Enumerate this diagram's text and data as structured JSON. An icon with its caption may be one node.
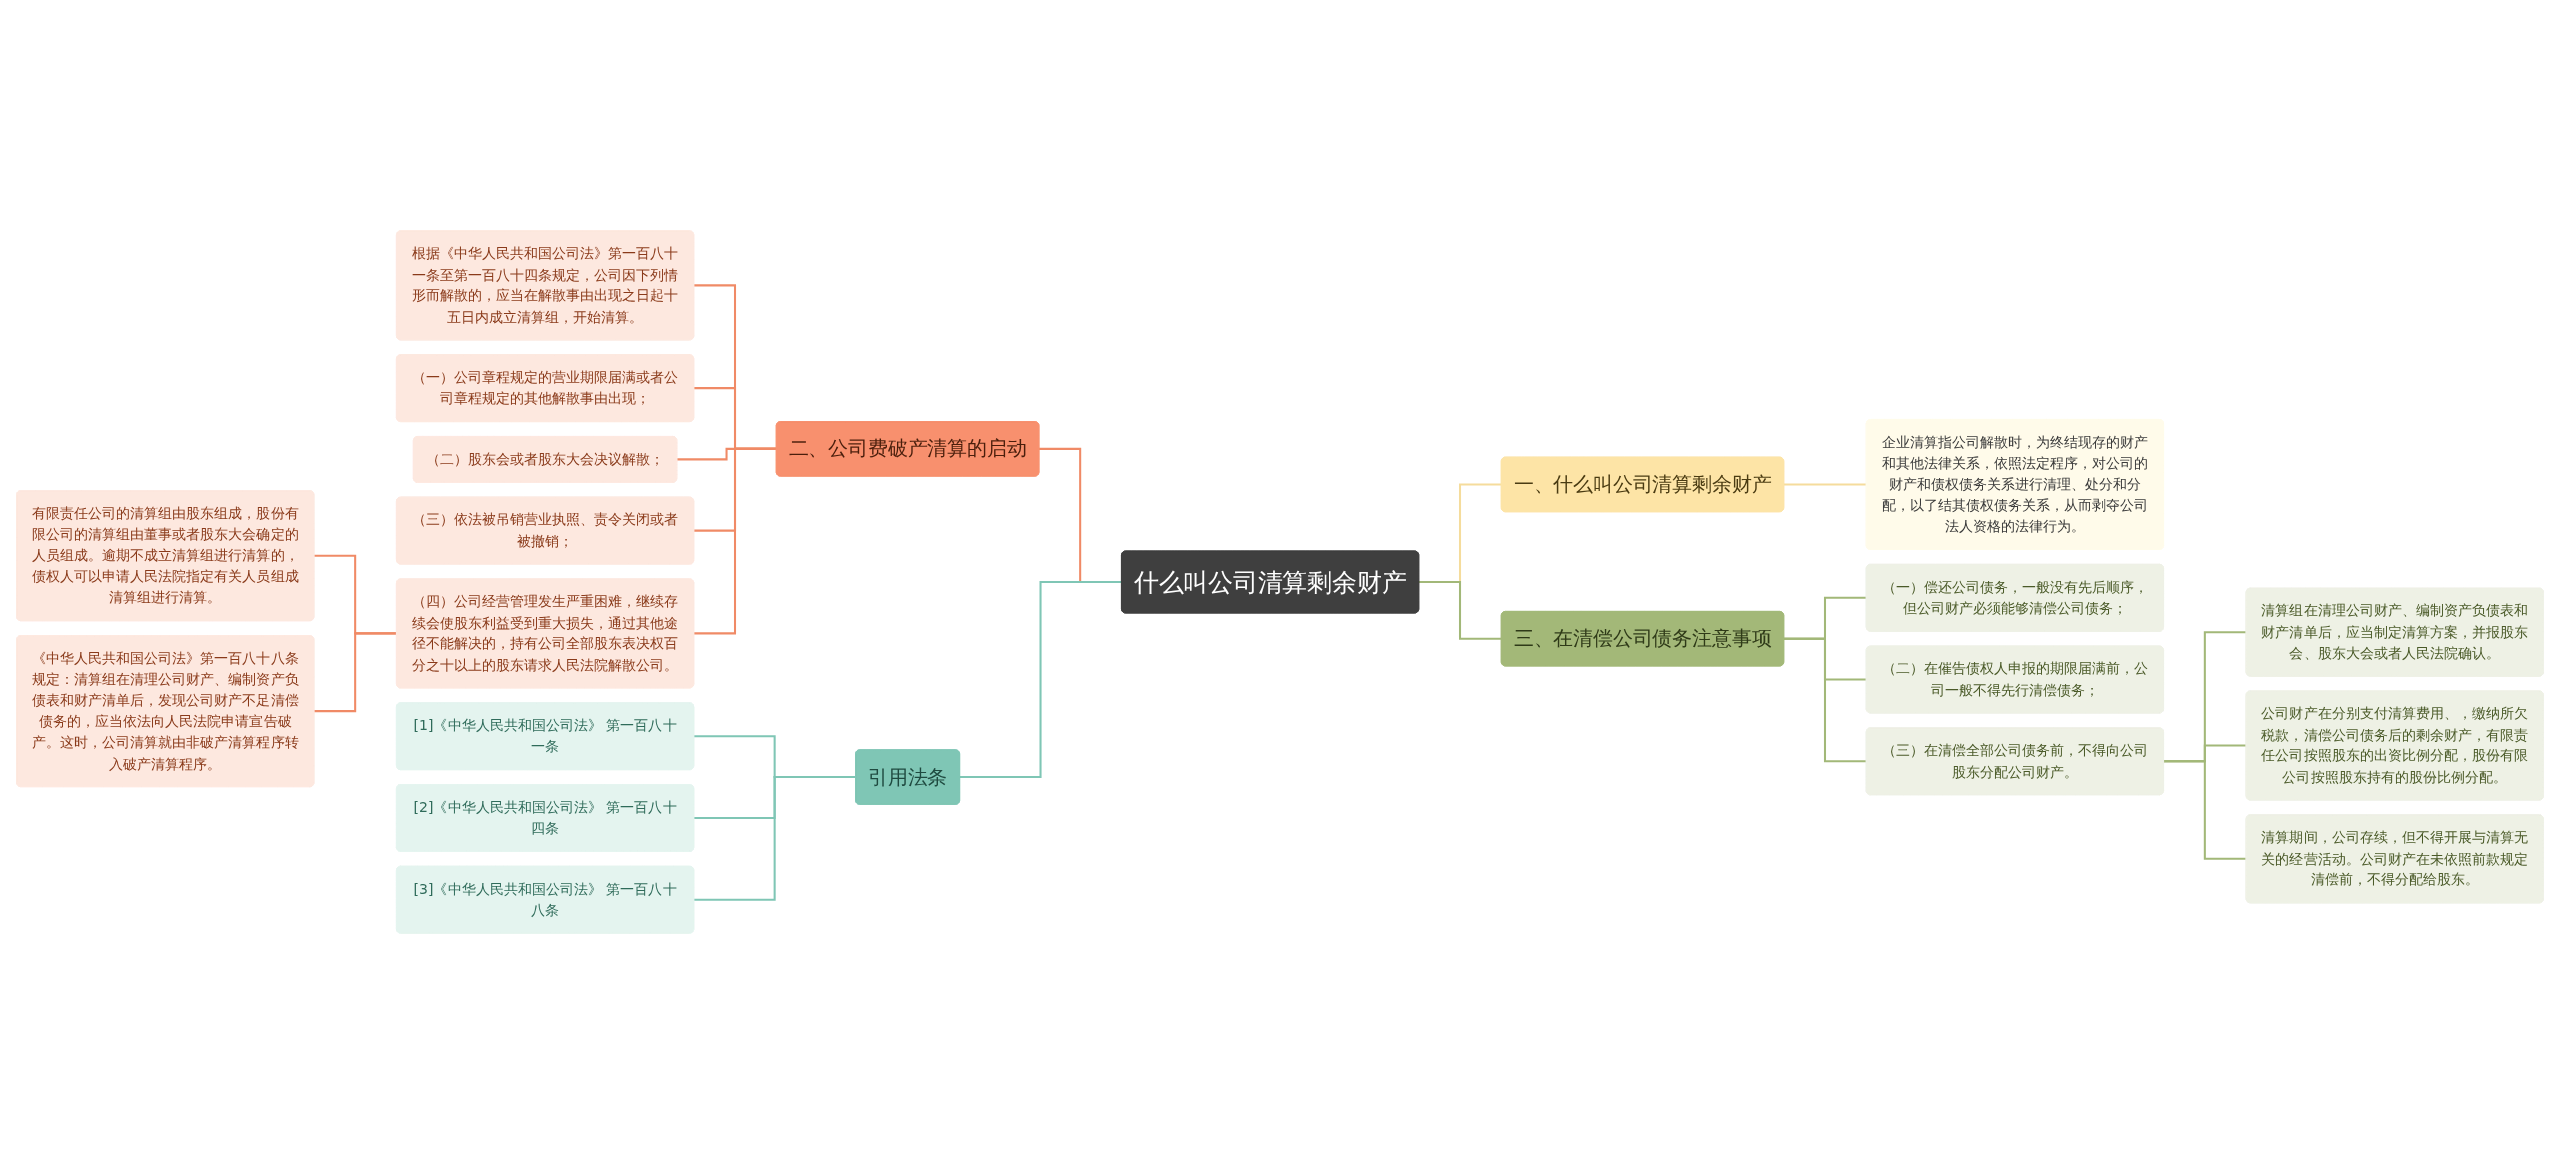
{
  "diagram": {
    "nodes": [
      {
        "text": [
          "什么叫公司清算剩余财产"
        ]
      },
      {
        "text": [
          "一、什么叫公司清算剩余财产"
        ]
      },
      {
        "text": [
          "企业清算指公司解散时，为终结现存的财产和其他法律关系，依照法定程序，对公司的财产和债权债务关系进行清理、处分和分配，以了结其债权债务关系，从而剥夺公司法人资格的法律行为。"
        ]
      },
      {
        "text": [
          "三、在清偿公司债务注意事项"
        ]
      },
      {
        "text": [
          "（一）偿还公司债务，一般没有先后顺序，但公司财产必须能够清偿公司债务；"
        ]
      },
      {
        "text": [
          "（二）在催告债权人申报的期限届满前，公司一般不得先行清偿债务；"
        ]
      },
      {
        "text": [
          "（三）在清偿全部公司债务前，不得向公司股东分配公司财产。"
        ]
      },
      {
        "text": [
          "清算组在清理公司财产、编制资产负债表和财产清单后，应当制定清算方案，并报股东会、股东大会或者人民法院确认。"
        ]
      },
      {
        "text": [
          "公司财产在分别支付清算费用、，缴纳所欠税款，清偿公司债务后的剩余财产，有限责任公司按照股东的出资比例分配，股份有限公司按照股东持有的股份比例分配。"
        ]
      },
      {
        "text": [
          "清算期间，公司存续，但不得开展与清算无关的经营活动。公司财产在未依照前款规定清偿前，不得分配给股东。"
        ]
      },
      {
        "text": [
          "二、公司费破产清算的启动"
        ]
      },
      {
        "text": [
          "根据《中华人民共和国公司法》第一百八十一条至第一百八十四条规定，公司因下列情形而解散的，应当在解散事由出现之日起十五日内成立清算组，开始清算。"
        ]
      },
      {
        "text": [
          "（一）公司章程规定的营业期限届满或者公司章程规定的其他解散事由出现；"
        ]
      },
      {
        "text": [
          "（二）股东会或者股东大会决议解散；"
        ]
      },
      {
        "text": [
          "（三）依法被吊销营业执照、责令关闭或者被撤销；"
        ]
      },
      {
        "text": [
          "（四）公司经营管理发生严重困难，继续存续会使股东利益受到重大损失，通过其他途径不能解决的，持有公司全部股东表决权百分之十以上的股东请求人民法院解散公司。"
        ]
      },
      {
        "text": [
          "有限责任公司的清算组由股东组成，股份有限公司的清算组由董事或者股东大会确定的人员组成。逾期不成立清算组进行清算的，债权人可以申请人民法院指定有关人员组成清算组进行清算。"
        ]
      },
      {
        "text": [
          "《中华人民共和国公司法》第一百八十八条规定：清算组在清理公司财产、编制资产负债表和财产清单后，发现公司财产不足清偿债务的，应当依法向人民法院申请宣告破产。这时，公司清算就由非破产清算程序转入破产清算程序。"
        ]
      },
      {
        "text": [
          "引用法条"
        ]
      },
      {
        "text": [
          "[1]《中华人民共和国公司法》 第一百八十一条"
        ]
      },
      {
        "text": [
          "[2]《中华人民共和国公司法》 第一百八十四条"
        ]
      },
      {
        "text": [
          "[3]《中华人民共和国公司法》 第一百八十八条"
        ]
      }
    ],
    "edges": [
      {
        "from": 0,
        "to": 1,
        "arrow": "none",
        "color": "#f5dc9c"
      },
      {
        "from": 1,
        "to": 2,
        "arrow": "none",
        "color": "#f5dc9c"
      },
      {
        "from": 0,
        "to": 3,
        "arrow": "none",
        "color": "#a2b878"
      },
      {
        "from": 3,
        "to": 4,
        "arrow": "none",
        "color": "#a2b878"
      },
      {
        "from": 3,
        "to": 5,
        "arrow": "none",
        "color": "#a2b878"
      },
      {
        "from": 3,
        "to": 6,
        "arrow": "none",
        "color": "#a2b878"
      },
      {
        "from": 6,
        "to": 7,
        "arrow": "none",
        "color": "#a2b878"
      },
      {
        "from": 6,
        "to": 8,
        "arrow": "none",
        "color": "#a2b878"
      },
      {
        "from": 6,
        "to": 9,
        "arrow": "none",
        "color": "#a2b878"
      },
      {
        "from": 0,
        "to": 10,
        "arrow": "none"
      },
      {
        "from": 10,
        "to": 11,
        "arrow": "none"
      },
      {
        "from": 10,
        "to": 12,
        "arrow": "none"
      },
      {
        "from": 10,
        "to": 13,
        "arrow": "none"
      },
      {
        "from": 10,
        "to": 14,
        "arrow": "none"
      },
      {
        "from": 10,
        "to": 15,
        "arrow": "none"
      },
      {
        "from": 15,
        "to": 16,
        "arrow": "none"
      },
      {
        "from": 15,
        "to": 17,
        "arrow": "none"
      },
      {
        "from": 0,
        "to": 18,
        "arrow": "none",
        "color": "#7fc6b5"
      },
      {
        "from": 18,
        "to": 19,
        "arrow": "none",
        "color": "#7fc6b5"
      },
      {
        "from": 18,
        "to": 20,
        "arrow": "none",
        "color": "#7fc6b5"
      },
      {
        "from": 18,
        "to": 21,
        "arrow": "none",
        "color": "#7fc6b5"
      }
    ]
  }
}
